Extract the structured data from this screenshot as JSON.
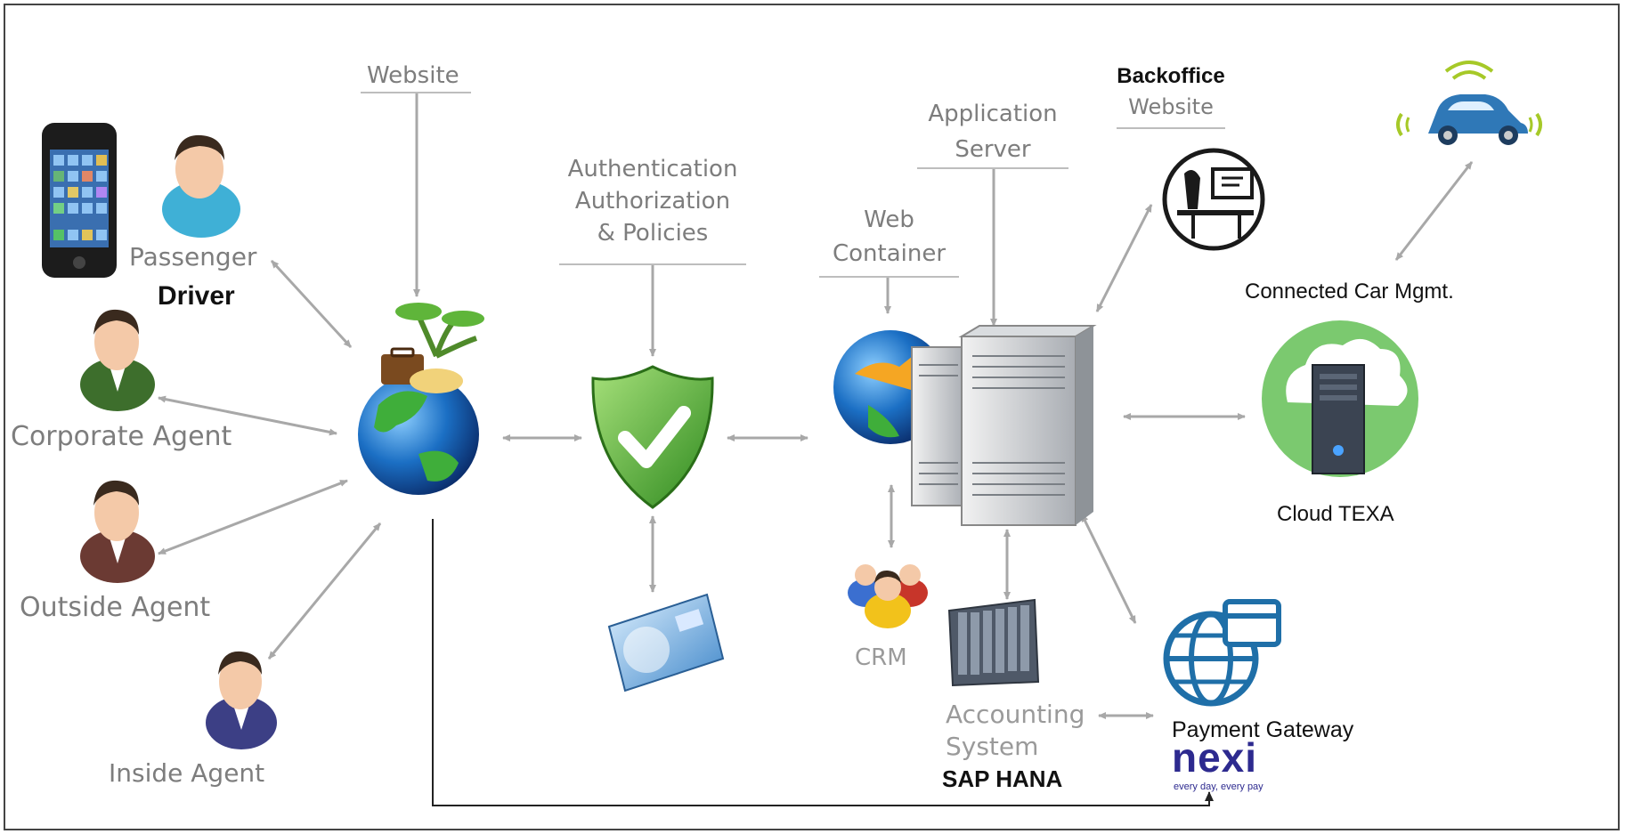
{
  "labels": {
    "website": "Website",
    "passenger": "Passenger",
    "driver": "Driver",
    "corporate_agent": "Corporate Agent",
    "outside_agent": "Outside Agent",
    "inside_agent": "Inside Agent",
    "auth_line1": "Authentication",
    "auth_line2": "Authorization",
    "auth_line3": "& Policies",
    "web_container_line1": "Web",
    "web_container_line2": "Container",
    "app_server_line1": "Application",
    "app_server_line2": "Server",
    "backoffice": "Backoffice",
    "backoffice_website": "Website",
    "connected_car": "Connected Car Mgmt.",
    "cloud_texa": "Cloud TEXA",
    "crm": "CRM",
    "accounting_line1": "Accounting",
    "accounting_line2": "System",
    "sap_hana": "SAP HANA",
    "payment_gateway": "Payment Gateway",
    "nexi": "nexi",
    "nexi_tagline": "every day, every pay"
  },
  "icons": [
    "smartphone-icon",
    "person-icon",
    "globe-icon",
    "shield-check-icon",
    "credit-card-icon",
    "server-icon",
    "people-group-icon",
    "accounting-panel-icon",
    "backoffice-workstation-icon",
    "connected-car-icon",
    "cloud-server-icon",
    "payment-globe-icon",
    "nexi-logo"
  ],
  "colors": {
    "label_gray": "#7d7d7d",
    "arrow_gray": "#a8a8a8",
    "cloud_green": "#7bc96f",
    "payment_blue": "#1f6fa8",
    "nexi_navy": "#2d2a8f",
    "car_blue": "#2f78b7"
  }
}
